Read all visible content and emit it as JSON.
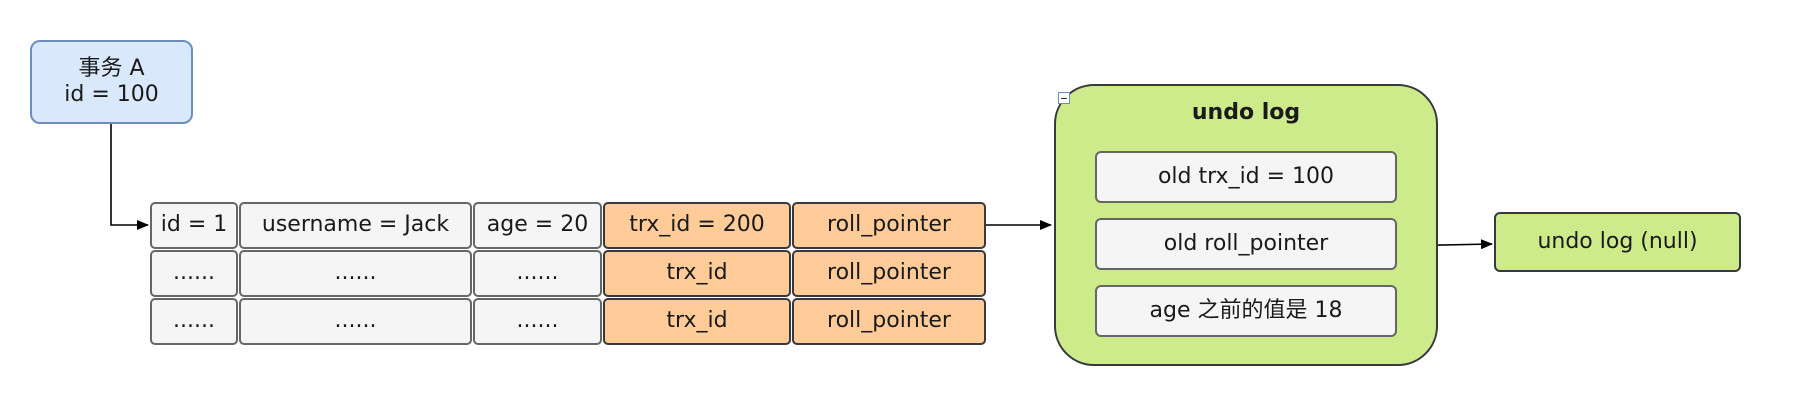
{
  "transaction": {
    "line1": "事务 A",
    "line2": "id = 100"
  },
  "row_header": [
    "id = 1",
    "username = Jack",
    "age = 20",
    "trx_id = 200",
    "roll_pointer"
  ],
  "row2": [
    "......",
    "......",
    "......",
    "trx_id",
    "roll_pointer"
  ],
  "row3": [
    "......",
    "......",
    "......",
    "trx_id",
    "roll_pointer"
  ],
  "undo_log": {
    "title": "undo log",
    "items": [
      "old trx_id = 100",
      "old roll_pointer",
      "age 之前的值是 18"
    ]
  },
  "undo_null": "undo log (null)",
  "colors": {
    "transaction_fill": "#dae8fc",
    "transaction_border": "#6c8ebf",
    "cell_fill": "#f5f5f5",
    "hidden_column_fill": "#ffcc99",
    "undo_fill": "#cdeb8b"
  }
}
